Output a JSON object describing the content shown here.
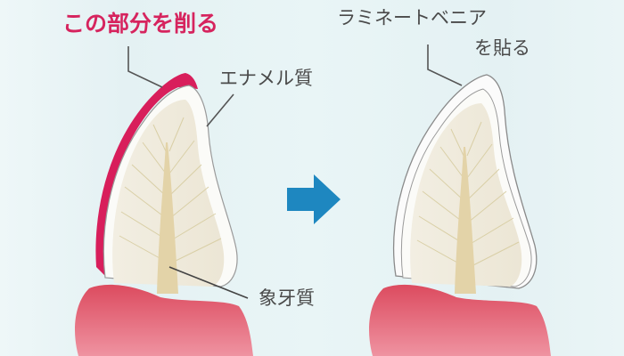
{
  "diagram": {
    "title": "Laminate veneer procedure: before and after",
    "left_panel": {
      "cut_label": "この部分を削る",
      "enamel_label": "エナメル質",
      "dentin_label": "象牙質"
    },
    "right_panel": {
      "veneer_label_line1": "ラミネートベニア",
      "veneer_label_line2": "を貼る"
    },
    "arrow": {
      "icon": "right-arrow-icon",
      "color": "#1e87c0"
    },
    "colors": {
      "background": "#e6f3f5",
      "cut_layer": "#d81e5b",
      "cut_label": "#d6245e",
      "gum_top": "#df5566",
      "gum_bottom": "#ee8f9d",
      "tooth_enamel": "#fbfbf8",
      "tooth_dentin": "#efeadc",
      "pulp": "#e3d3a8",
      "label_text": "#4a4a4a"
    }
  }
}
